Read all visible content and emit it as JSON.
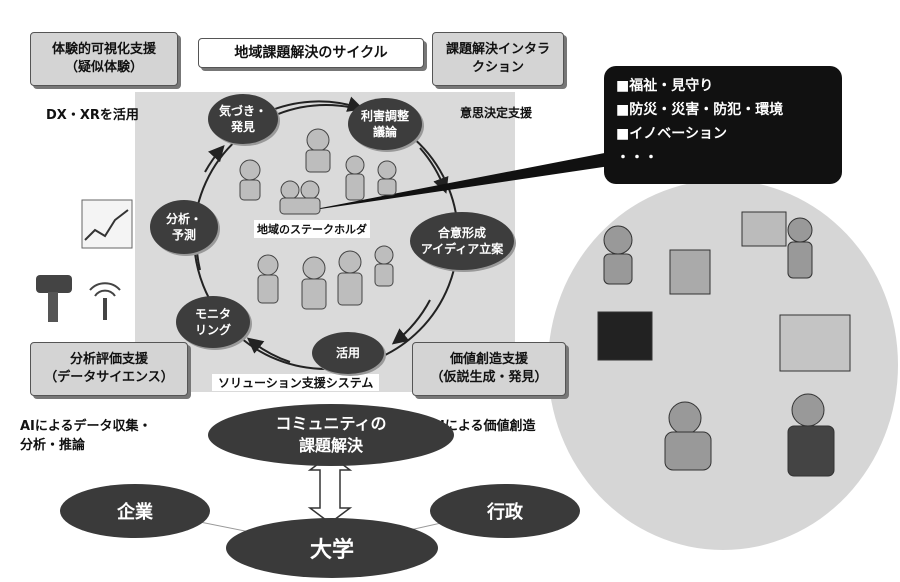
{
  "title": "地域課題解決のサイクル",
  "corner_boxes": {
    "top_left": [
      "体験的可視化支援",
      "（疑似体験）"
    ],
    "top_right": [
      "課題解決インタラ",
      "クション"
    ],
    "bottom_left": [
      "分析評価支援",
      "（データサイエンス）"
    ],
    "bottom_right": [
      "価値創造支援",
      "（仮説生成・発見）"
    ]
  },
  "captions": {
    "dx": "DX・XRを活用",
    "decision": "意思決定支援",
    "ai_data": [
      "AIによるデータ収集・",
      "分析・推論"
    ],
    "ai_value": "AIによる価値創造",
    "stakeholder": "地域のステークホルダ",
    "solution_system": "ソリューション支援システム"
  },
  "cycle_nodes": {
    "awareness": [
      "気づき・",
      "発見"
    ],
    "interest": [
      "利害調整",
      "議論"
    ],
    "consensus": [
      "合意形成",
      "アイディア立案"
    ],
    "use": [
      "活用"
    ],
    "monitoring": [
      "モニタ",
      "リング"
    ],
    "analysis": [
      "分析・",
      "予測"
    ]
  },
  "speech_items": [
    "■福祉・見守り",
    "■防災・災害・防犯・環境",
    "■イノベーション",
    "・・・"
  ],
  "community": [
    "コミュニティの",
    "課題解決"
  ],
  "actors": {
    "company": "企業",
    "university": "大学",
    "government": "行政"
  },
  "colors": {
    "node_fill": "#3d3d3d",
    "box_fill": "#d4d4d4",
    "panel_fill": "#d8d8d8",
    "circle_fill": "#d6d6d6"
  }
}
